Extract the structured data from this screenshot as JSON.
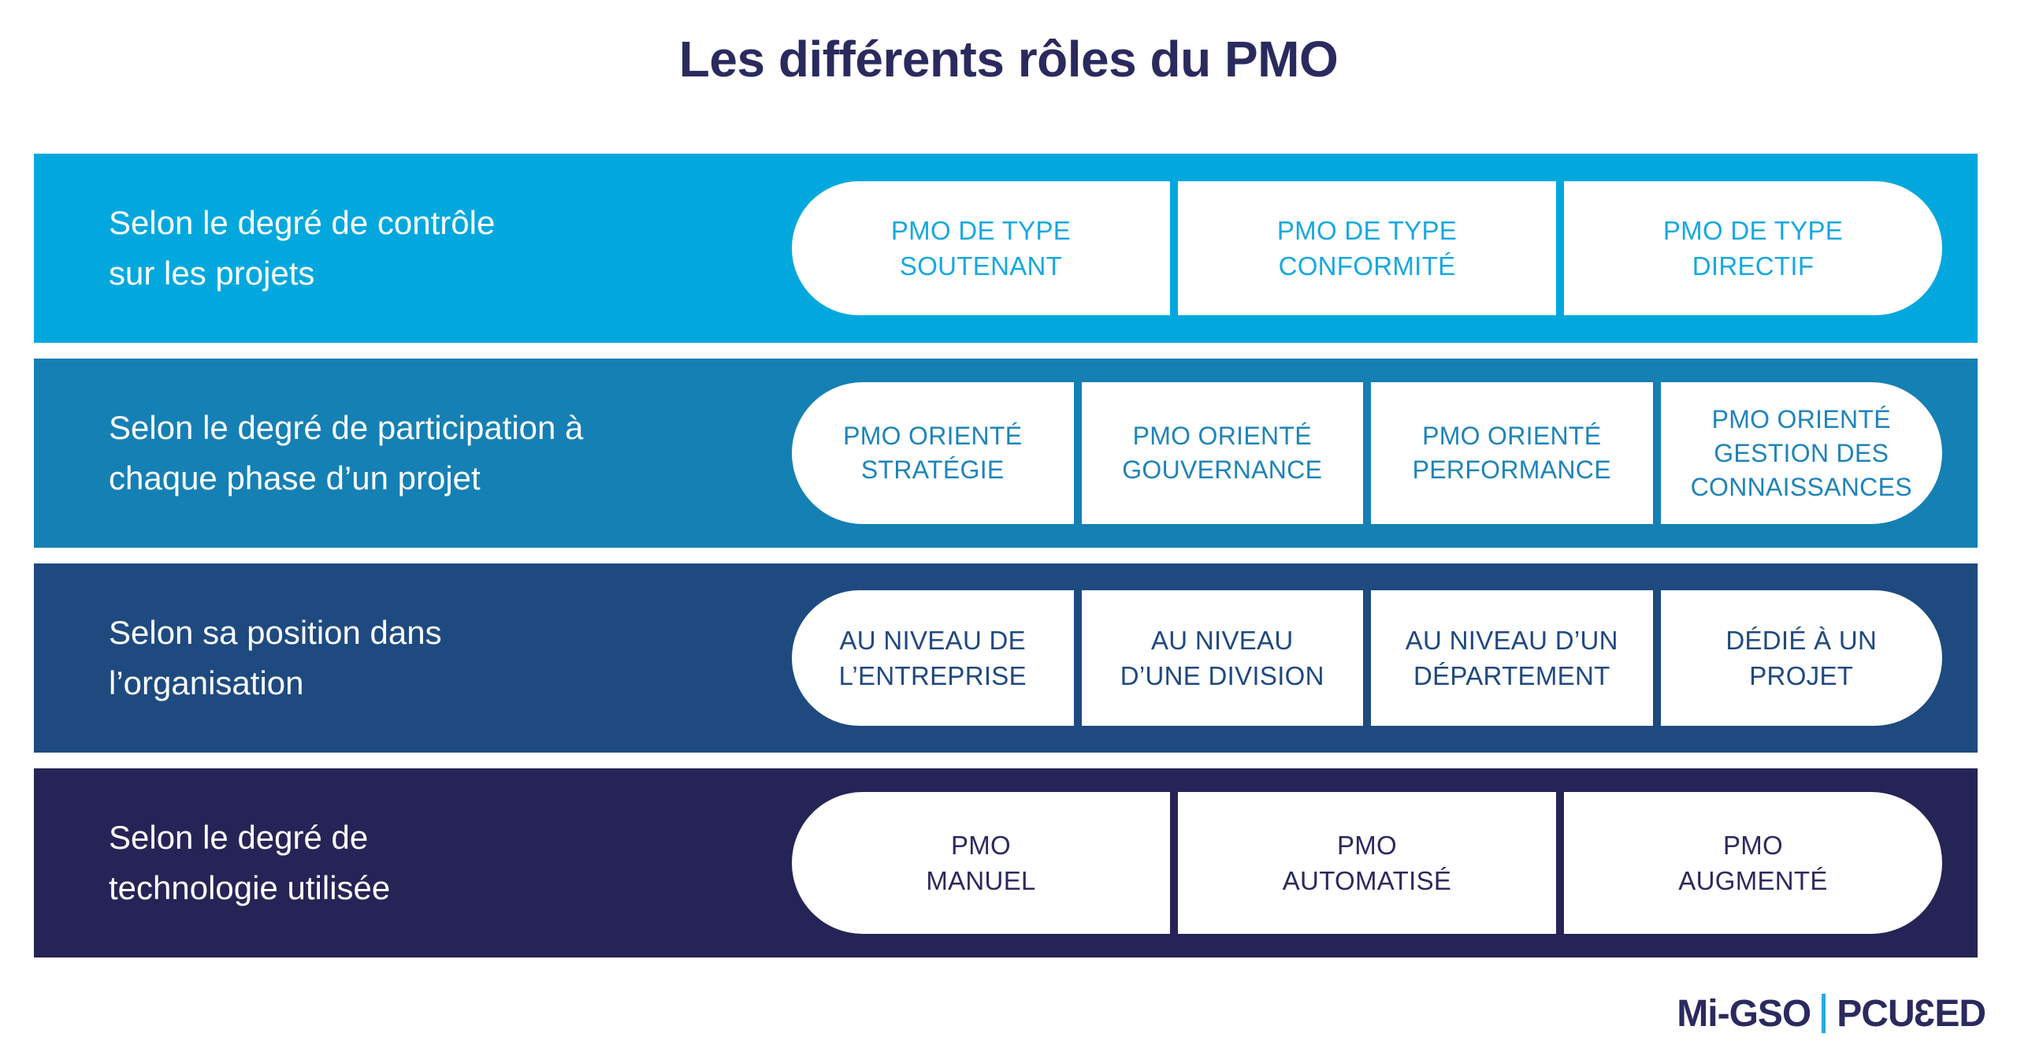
{
  "title": "Les différents rôles du PMO",
  "colors": {
    "band1": "#02A8DD",
    "band2": "#1580B4",
    "band3": "#1E4A80",
    "band4": "#262456",
    "title_text": "#2B2A5E",
    "page_background": "#FFFFFF",
    "pill_background": "#FFFFFF",
    "logo_separator": "#29A8E0"
  },
  "rows": [
    {
      "label_line1": "Selon le degré de contrôle",
      "label_line2": "sur les projets",
      "pills": [
        {
          "line1": "PMO DE TYPE",
          "line2": "SOUTENANT",
          "line3": ""
        },
        {
          "line1": "PMO DE TYPE",
          "line2": "CONFORMITÉ",
          "line3": ""
        },
        {
          "line1": "PMO DE TYPE",
          "line2": "DIRECTIF",
          "line3": ""
        }
      ]
    },
    {
      "label_line1": "Selon le degré de participation à",
      "label_line2": "chaque phase d’un projet",
      "pills": [
        {
          "line1": "PMO ORIENTÉ",
          "line2": "STRATÉGIE",
          "line3": ""
        },
        {
          "line1": "PMO ORIENTÉ",
          "line2": "GOUVERNANCE",
          "line3": ""
        },
        {
          "line1": "PMO ORIENTÉ",
          "line2": "PERFORMANCE",
          "line3": ""
        },
        {
          "line1": "PMO ORIENTÉ",
          "line2": "GESTION DES",
          "line3": "CONNAISSANCES"
        }
      ]
    },
    {
      "label_line1": "Selon sa position dans",
      "label_line2": "l’organisation",
      "pills": [
        {
          "line1": "AU NIVEAU DE",
          "line2": "L’ENTREPRISE",
          "line3": ""
        },
        {
          "line1": "AU NIVEAU",
          "line2": "D’UNE DIVISION",
          "line3": ""
        },
        {
          "line1": "AU NIVEAU D’UN",
          "line2": "DÉPARTEMENT",
          "line3": ""
        },
        {
          "line1": "DÉDIÉ À UN",
          "line2": "PROJET",
          "line3": ""
        }
      ]
    },
    {
      "label_line1": "Selon le degré de",
      "label_line2": "technologie utilisée",
      "pills": [
        {
          "line1": "PMO",
          "line2": "MANUEL",
          "line3": ""
        },
        {
          "line1": "PMO",
          "line2": "AUTOMATISÉ",
          "line3": ""
        },
        {
          "line1": "PMO",
          "line2": "AUGMENTÉ",
          "line3": ""
        }
      ]
    }
  ],
  "logo": {
    "left": "Mi-GSO",
    "right_before": "PCU",
    "right_reversed": "3",
    "right_after": "ED",
    "full": "Mi-GSO | PCU3ED"
  }
}
